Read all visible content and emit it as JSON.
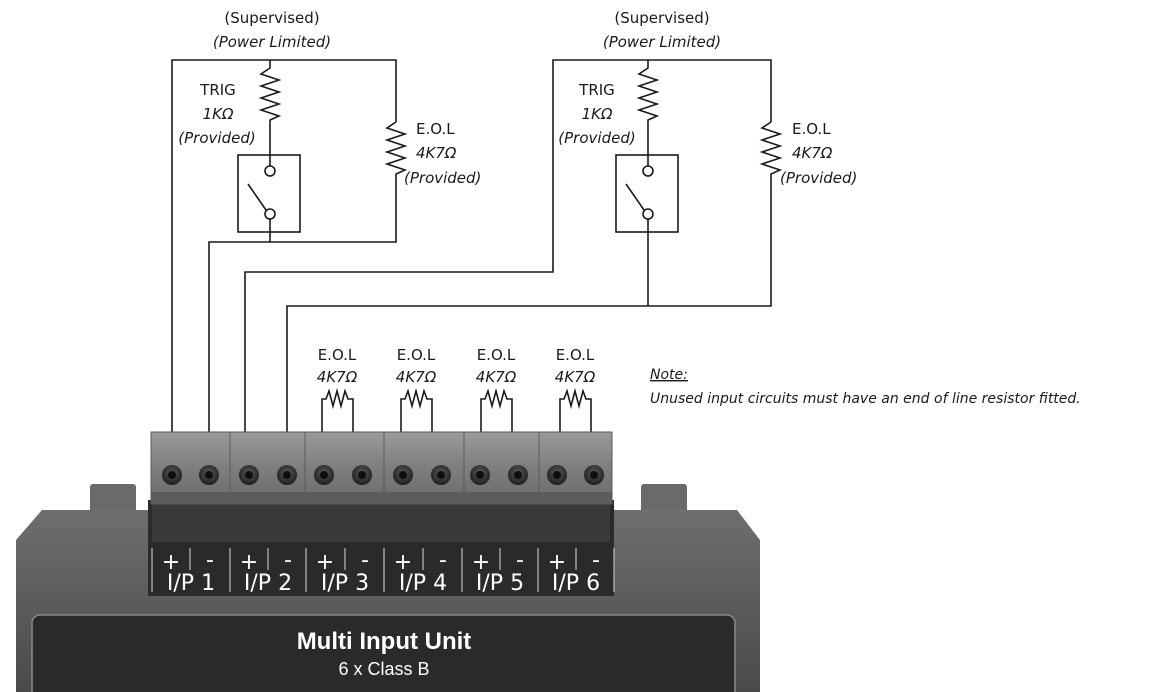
{
  "circuits": [
    {
      "supervised": "(Supervised)",
      "power_limited": "(Power Limited)",
      "trig": {
        "name": "TRIG",
        "value": "1KΩ",
        "note": "(Provided)"
      },
      "eol": {
        "name": "E.O.L",
        "value": "4K7Ω",
        "note": "(Provided)"
      }
    },
    {
      "supervised": "(Supervised)",
      "power_limited": "(Power Limited)",
      "trig": {
        "name": "TRIG",
        "value": "1KΩ",
        "note": "(Provided)"
      },
      "eol": {
        "name": "E.O.L",
        "value": "4K7Ω",
        "note": "(Provided)"
      }
    }
  ],
  "unused_eol": [
    {
      "name": "E.O.L",
      "value": "4K7Ω"
    },
    {
      "name": "E.O.L",
      "value": "4K7Ω"
    },
    {
      "name": "E.O.L",
      "value": "4K7Ω"
    },
    {
      "name": "E.O.L",
      "value": "4K7Ω"
    }
  ],
  "note": {
    "heading": "Note:",
    "text": "Unused input circuits must have an end of line resistor fitted."
  },
  "terminals": [
    {
      "plus": "+",
      "minus": "-",
      "label": "I/P 1"
    },
    {
      "plus": "+",
      "minus": "-",
      "label": "I/P 2"
    },
    {
      "plus": "+",
      "minus": "-",
      "label": "I/P 3"
    },
    {
      "plus": "+",
      "minus": "-",
      "label": "I/P 4"
    },
    {
      "plus": "+",
      "minus": "-",
      "label": "I/P 5"
    },
    {
      "plus": "+",
      "minus": "-",
      "label": "I/P 6"
    }
  ],
  "unit": {
    "title": "Multi Input Unit",
    "subtitle": "6 x Class B"
  }
}
